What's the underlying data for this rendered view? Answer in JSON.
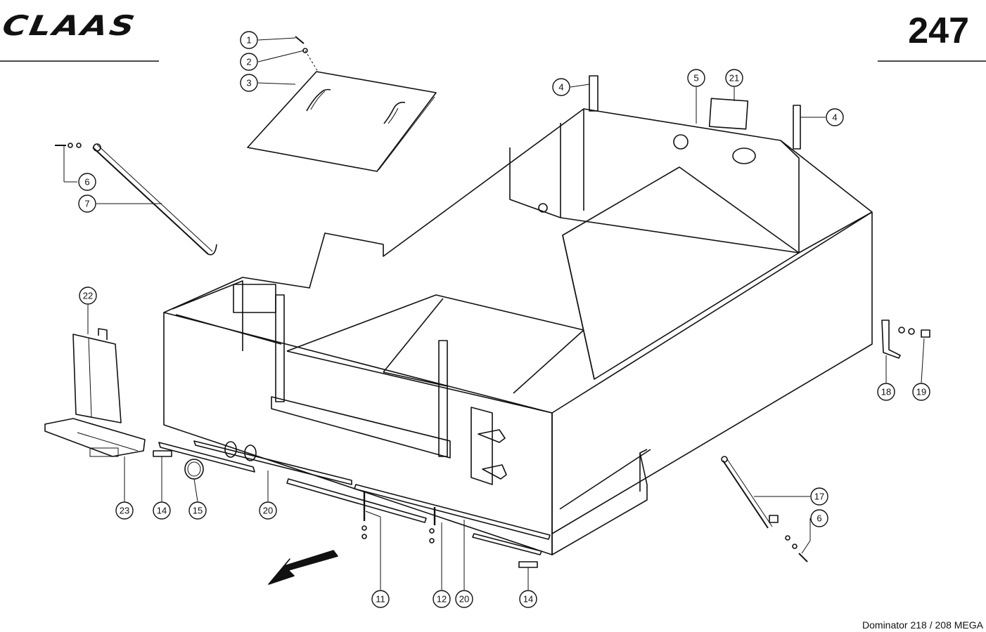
{
  "header": {
    "brand": "CLAAS",
    "page_number": "247"
  },
  "footer": {
    "model": "Dominator 218 / 208 MEGA"
  },
  "callouts": [
    {
      "id": "c1",
      "label": "1"
    },
    {
      "id": "c2",
      "label": "2"
    },
    {
      "id": "c3",
      "label": "3"
    },
    {
      "id": "c4a",
      "label": "4"
    },
    {
      "id": "c5",
      "label": "5"
    },
    {
      "id": "c21",
      "label": "21"
    },
    {
      "id": "c4b",
      "label": "4"
    },
    {
      "id": "c6a",
      "label": "6"
    },
    {
      "id": "c7",
      "label": "7"
    },
    {
      "id": "c22",
      "label": "22"
    },
    {
      "id": "c18",
      "label": "18"
    },
    {
      "id": "c19",
      "label": "19"
    },
    {
      "id": "c23",
      "label": "23"
    },
    {
      "id": "c14a",
      "label": "14"
    },
    {
      "id": "c15",
      "label": "15"
    },
    {
      "id": "c20a",
      "label": "20"
    },
    {
      "id": "c11",
      "label": "11"
    },
    {
      "id": "c12",
      "label": "12"
    },
    {
      "id": "c20b",
      "label": "20"
    },
    {
      "id": "c14b",
      "label": "14"
    },
    {
      "id": "c17",
      "label": "17"
    },
    {
      "id": "c6b",
      "label": "6"
    }
  ]
}
